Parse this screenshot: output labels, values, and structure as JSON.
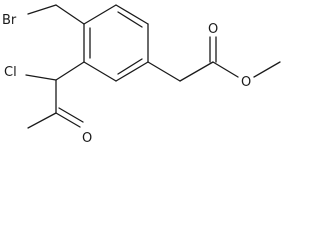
{
  "molecule": {
    "atoms": {
      "br": "Br",
      "cl": "Cl",
      "o_ketone": "O",
      "o_carbonyl": "O",
      "o_ester": "O"
    }
  }
}
